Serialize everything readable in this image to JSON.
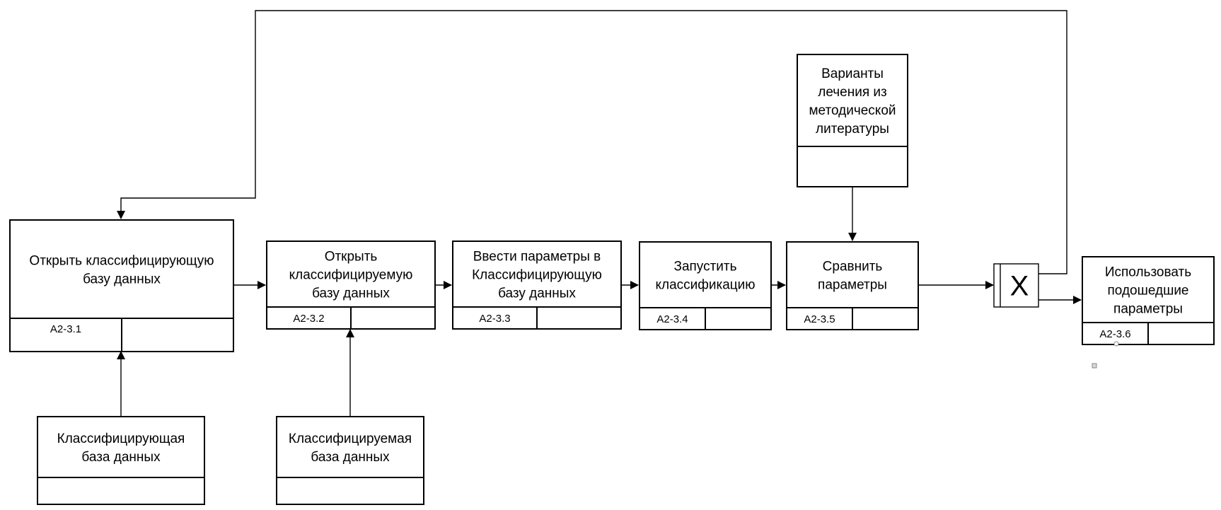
{
  "diagram": {
    "uob_boxes": [
      {
        "id": "open-classifying-db",
        "lines": [
          "Открыть классифицирующую",
          "базу данных"
        ],
        "number": "A2-3.1"
      },
      {
        "id": "open-classified-db",
        "lines": [
          "Открыть",
          "классифицируемую",
          "базу данных"
        ],
        "number": "A2-3.2"
      },
      {
        "id": "enter-params",
        "lines": [
          "Ввести параметры в",
          "Классифицирующую",
          "базу данных"
        ],
        "number": "A2-3.3"
      },
      {
        "id": "run-classification",
        "lines": [
          "Запустить",
          "классификацию"
        ],
        "number": "A2-3.4"
      },
      {
        "id": "compare-params",
        "lines": [
          "Сравнить",
          "параметры"
        ],
        "number": "A2-3.5"
      },
      {
        "id": "use-params",
        "lines": [
          "Использовать",
          "подошедшие",
          "параметры"
        ],
        "number": "A2-3.6"
      }
    ],
    "referents": [
      {
        "id": "classifying-db",
        "lines": [
          "Классифицирующая",
          "база данных"
        ]
      },
      {
        "id": "classified-db",
        "lines": [
          "Классифицируемая",
          "база данных"
        ]
      },
      {
        "id": "treatment-variants",
        "lines": [
          "Варианты",
          "лечения из",
          "методической",
          "литературы"
        ]
      }
    ],
    "junction": {
      "type": "X",
      "label": "X"
    }
  }
}
